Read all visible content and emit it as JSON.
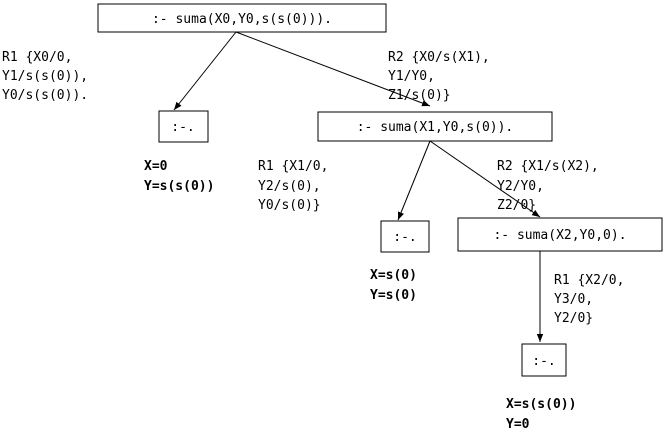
{
  "tree": {
    "nodes": {
      "root": ":- suma(X0,Y0,s(s(0))).",
      "leaf1": ":-.",
      "mid1": ":- suma(X1,Y0,s(0)).",
      "leaf2": ":-.",
      "mid2": ":- suma(X2,Y0,0).",
      "leaf3": ":-."
    },
    "edges": {
      "root_leaf1": [
        "R1 {X0/0,",
        "Y1/s(s(0)),",
        "Y0/s(s(0))."
      ],
      "root_mid1": [
        "R2 {X0/s(X1),",
        "Y1/Y0,",
        "Z1/s(0)}"
      ],
      "mid1_leaf2": [
        "R1 {X1/0,",
        "Y2/s(0),",
        "Y0/s(0)}"
      ],
      "mid1_mid2": [
        "R2 {X1/s(X2),",
        "Y2/Y0,",
        "Z2/0}"
      ],
      "mid2_leaf3": [
        "R1 {X2/0,",
        "Y3/0,",
        "Y2/0}"
      ]
    },
    "answers": {
      "leaf1": [
        "X=0",
        "Y=s(s(0))"
      ],
      "leaf2": [
        "X=s(0)",
        "Y=s(0)"
      ],
      "leaf3": [
        "X=s(s(0))",
        "Y=0"
      ]
    }
  }
}
